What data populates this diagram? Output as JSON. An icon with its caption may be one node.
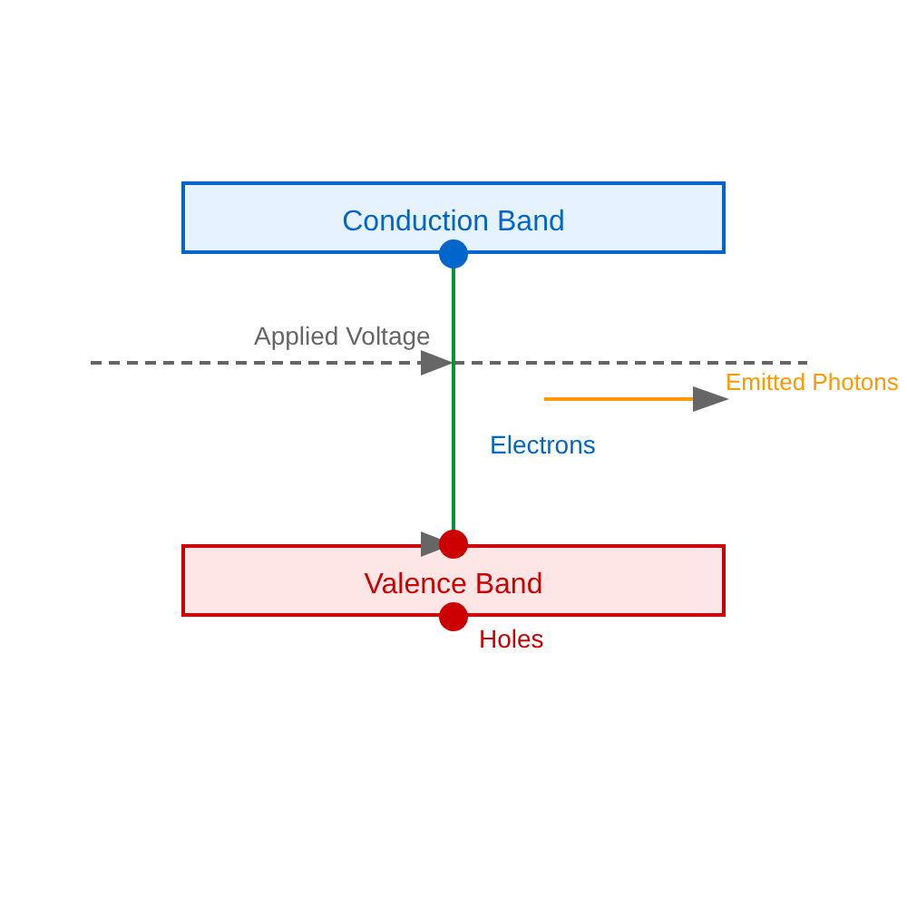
{
  "diagram": {
    "nodes": [
      {
        "text": [
          "Conduction Band"
        ]
      },
      {
        "text": [
          "Valence Band"
        ]
      }
    ],
    "edges": [
      {
        "from": 0,
        "to": 1,
        "arrow": "to"
      }
    ],
    "labels": [
      "Applied Voltage",
      "Emitted Photons",
      "Electrons",
      "Holes"
    ]
  }
}
